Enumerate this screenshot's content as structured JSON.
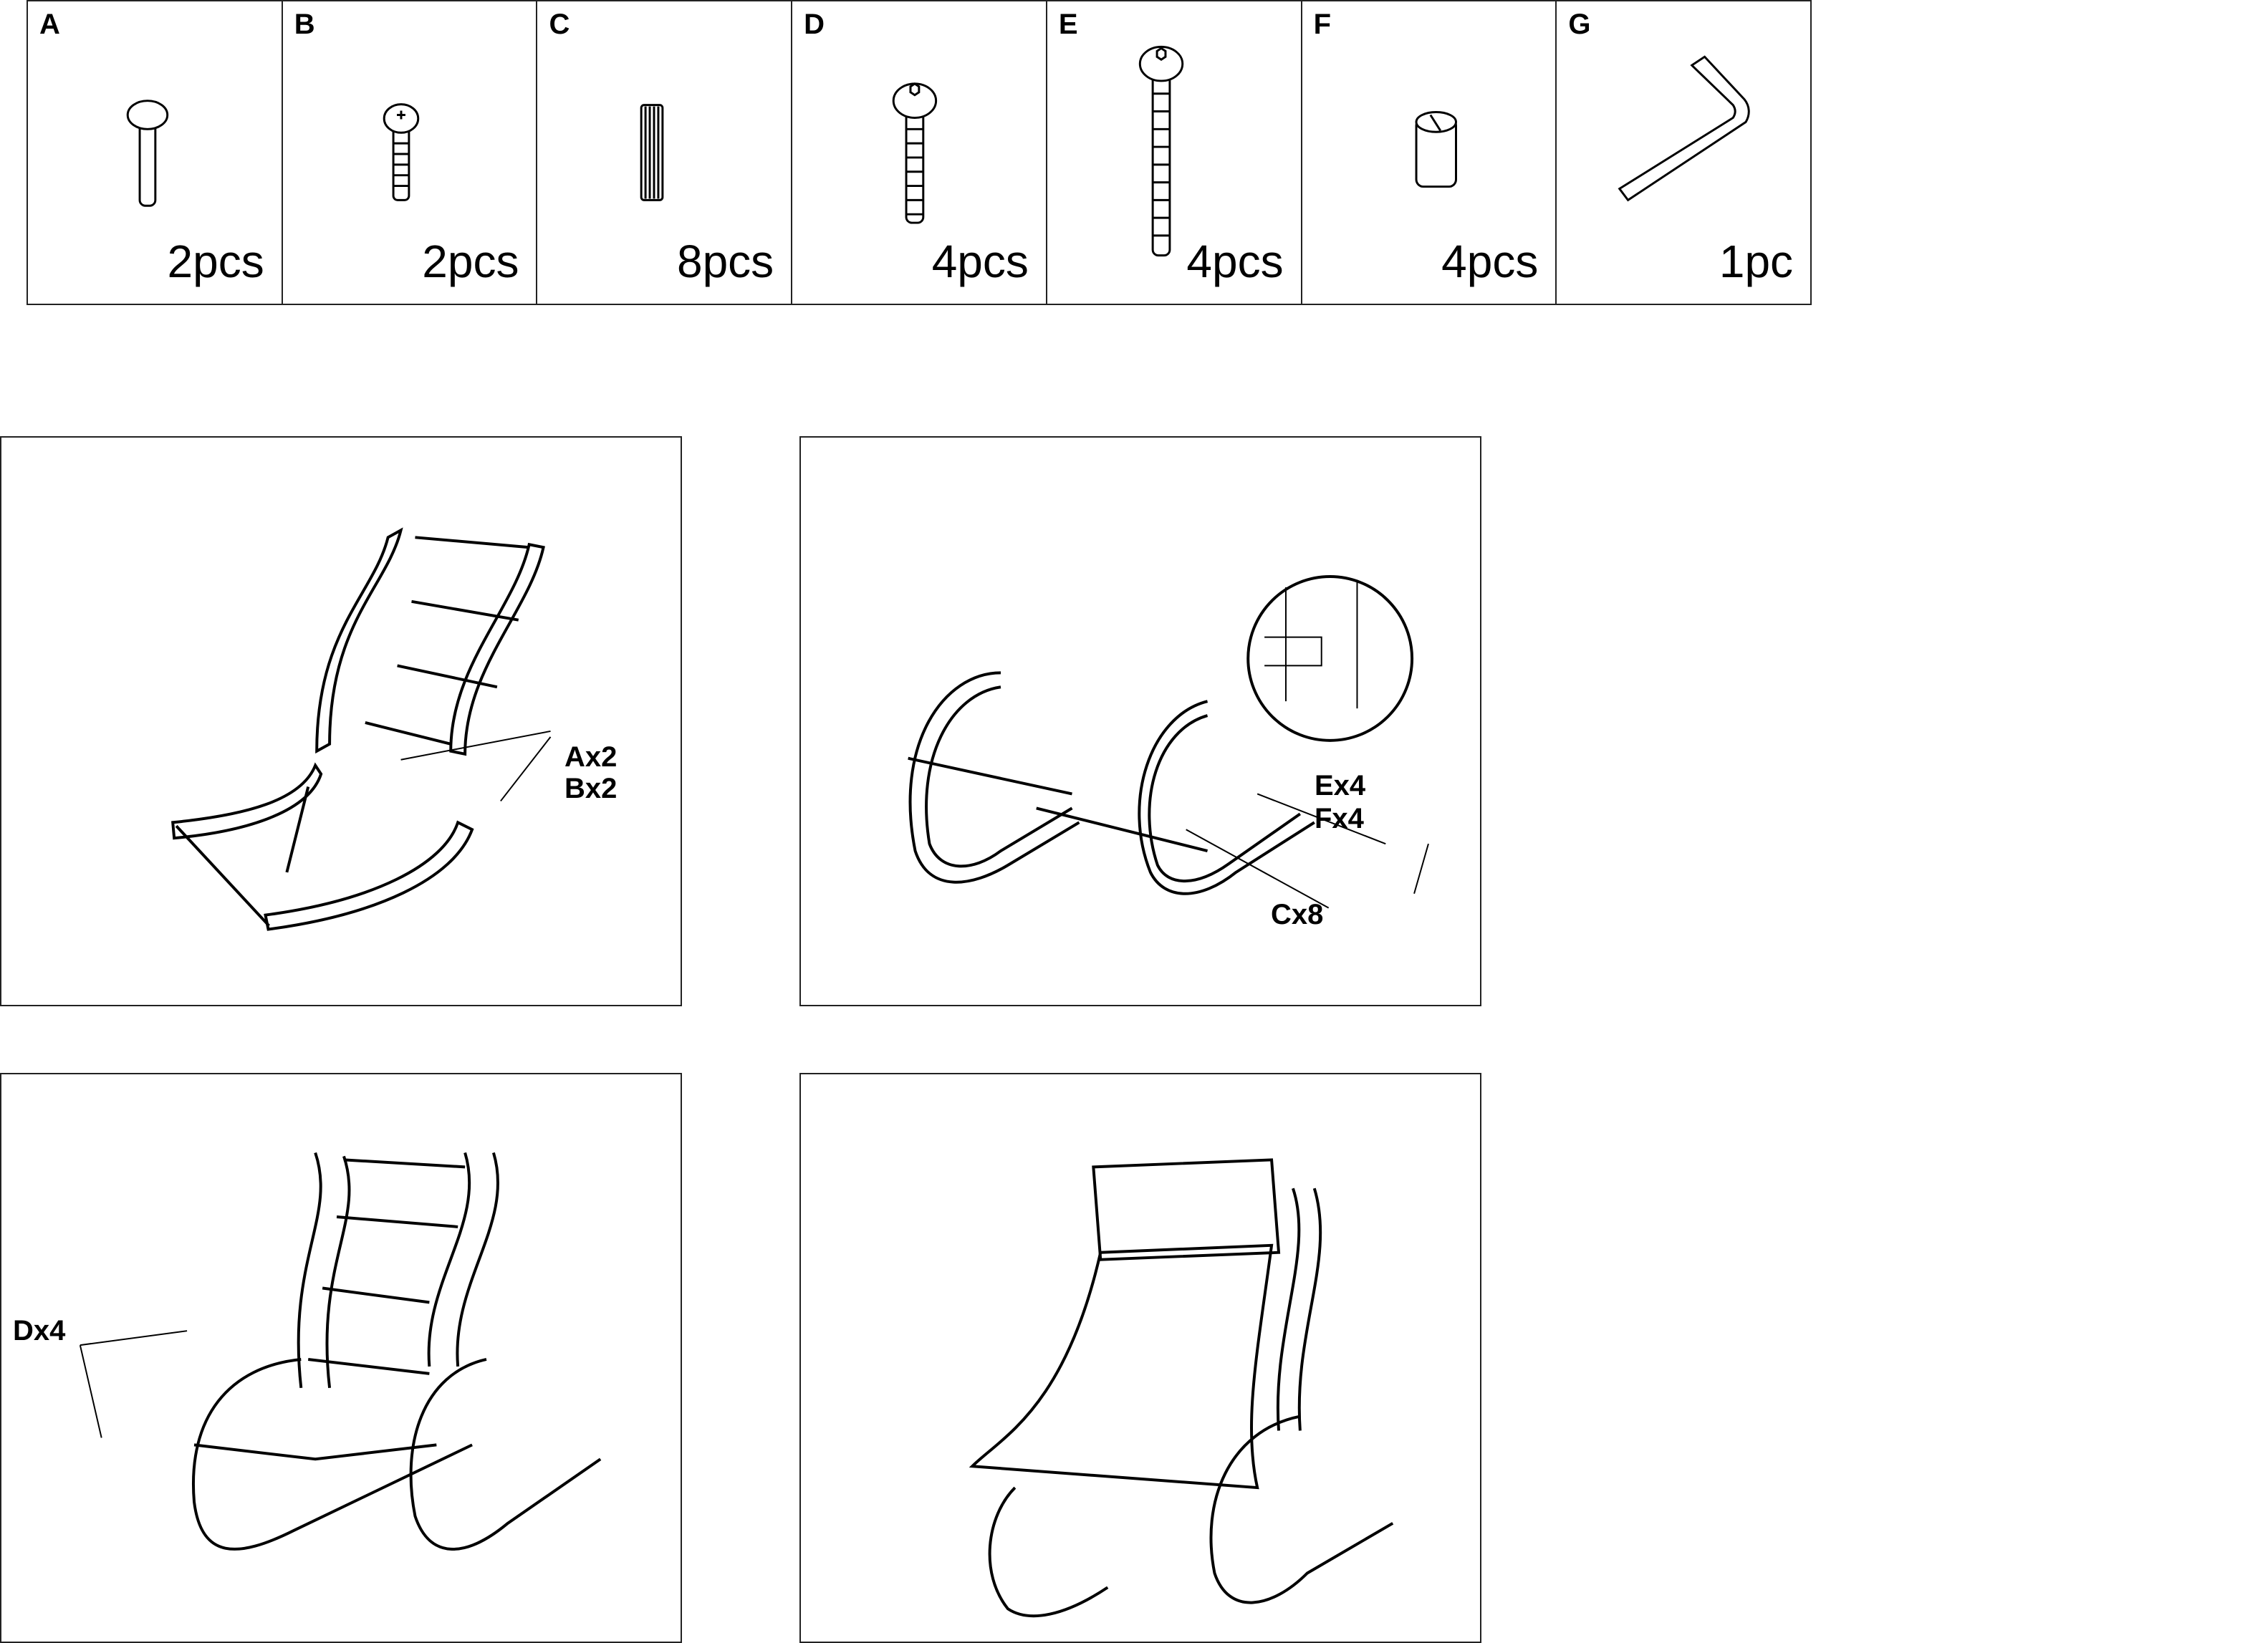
{
  "parts": [
    {
      "letter": "A",
      "qty": "2pcs",
      "icon": "pin-bolt-icon"
    },
    {
      "letter": "B",
      "qty": "2pcs",
      "icon": "phillips-screw-icon"
    },
    {
      "letter": "C",
      "qty": "8pcs",
      "icon": "dowel-icon"
    },
    {
      "letter": "D",
      "qty": "4pcs",
      "icon": "hex-bolt-short-icon"
    },
    {
      "letter": "E",
      "qty": "4pcs",
      "icon": "hex-bolt-long-icon"
    },
    {
      "letter": "F",
      "qty": "4pcs",
      "icon": "barrel-nut-icon"
    },
    {
      "letter": "G",
      "qty": "1pc",
      "icon": "allen-key-icon"
    }
  ],
  "steps": [
    {
      "labels": [
        "Ax2",
        "Bx2"
      ]
    },
    {
      "labels": [
        "Ex4",
        "Fx4",
        "Cx8"
      ]
    },
    {
      "labels": [
        "Dx4"
      ]
    },
    {
      "labels": []
    }
  ]
}
